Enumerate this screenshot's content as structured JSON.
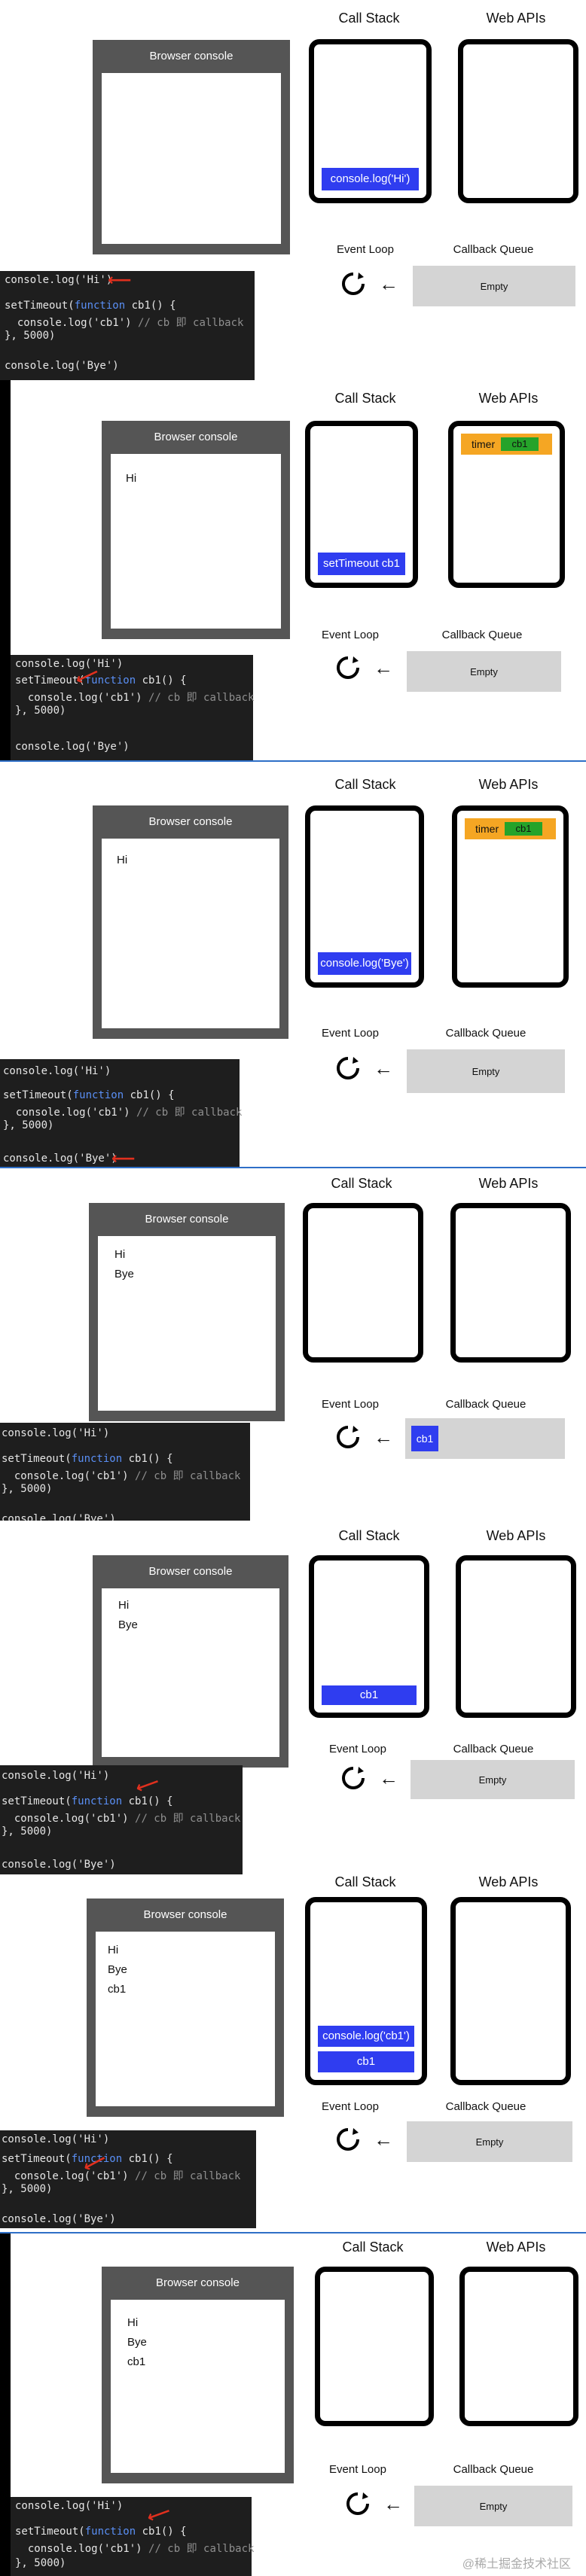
{
  "labels": {
    "call_stack": "Call Stack",
    "web_apis": "Web APIs",
    "event_loop": "Event Loop",
    "callback_queue": "Callback Queue",
    "browser_console": "Browser console",
    "empty": "Empty",
    "timer": "timer"
  },
  "code": {
    "line1": "console.log('Hi')",
    "line2_a": "setTimeout(",
    "line2_b": "function",
    "line2_c": " cb1() {",
    "line3_a": "  console.log('cb1') ",
    "line3_b": "// cb 即 callback",
    "line4": "}, 5000)",
    "line5": "console.log('Bye')"
  },
  "frames": [
    {
      "console_lines": [],
      "stack": [
        "console.log('Hi')"
      ],
      "webapi_timer": null,
      "queue": []
    },
    {
      "console_lines": [
        "Hi"
      ],
      "stack": [
        "setTimeout cb1"
      ],
      "webapi_timer": "cb1",
      "queue": []
    },
    {
      "console_lines": [
        "Hi"
      ],
      "stack": [
        "console.log('Bye')"
      ],
      "webapi_timer": "cb1",
      "queue": []
    },
    {
      "console_lines": [
        "Hi",
        "Bye"
      ],
      "stack": [],
      "webapi_timer": null,
      "queue": [
        "cb1"
      ]
    },
    {
      "console_lines": [
        "Hi",
        "Bye"
      ],
      "stack": [
        "cb1"
      ],
      "webapi_timer": null,
      "queue": []
    },
    {
      "console_lines": [
        "Hi",
        "Bye",
        "cb1"
      ],
      "stack": [
        "console.log('cb1')",
        "cb1"
      ],
      "webapi_timer": null,
      "queue": []
    },
    {
      "console_lines": [
        "Hi",
        "Bye",
        "cb1"
      ],
      "stack": [],
      "webapi_timer": null,
      "queue": []
    }
  ],
  "watermark": "@稀土掘金技术社区",
  "colors": {
    "stack_item": "#2f3df0",
    "timer": "#f5a623",
    "timer_cb": "#25a32a",
    "queue_bg": "#d4d4d4",
    "arrow": "#e0301e"
  }
}
